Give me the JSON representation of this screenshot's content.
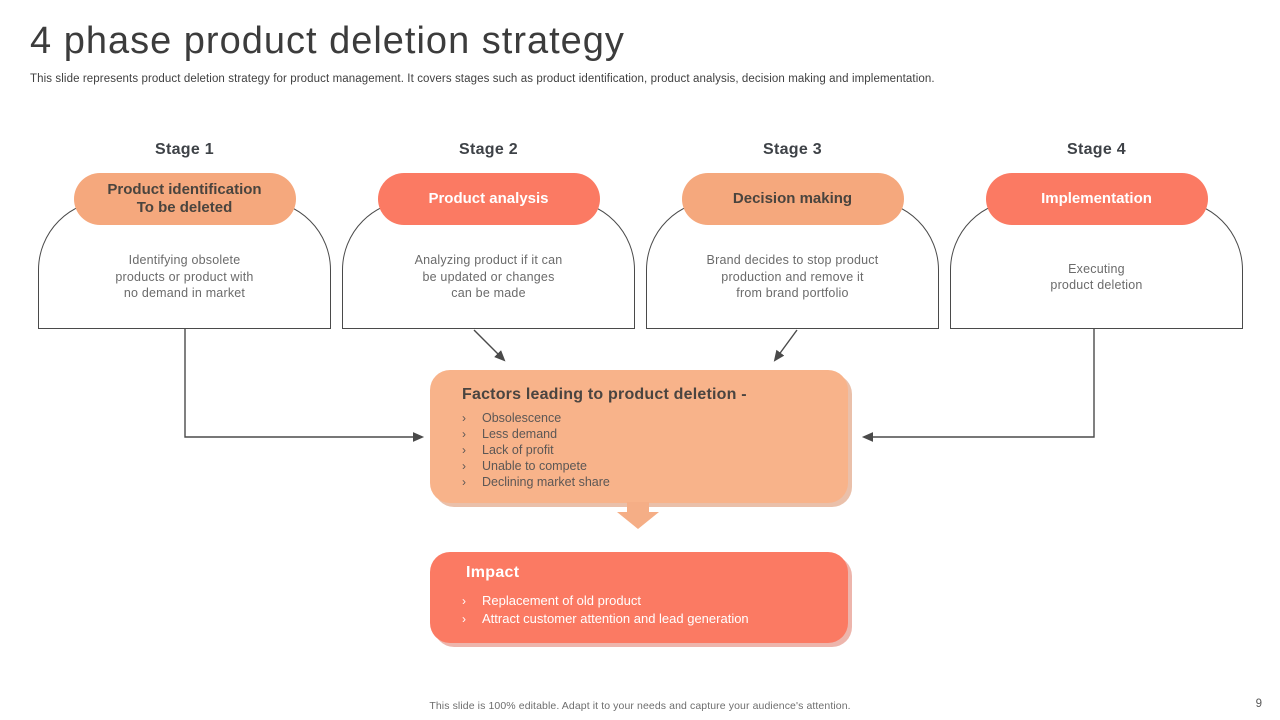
{
  "slide": {
    "title": "4 phase product deletion strategy",
    "subtitle": "This slide represents product deletion strategy for product management. It covers stages such as product identification, product analysis, decision making and implementation.",
    "footer": "This slide is 100% editable.  Adapt it to your needs and capture your audience's attention.",
    "page_number": "9"
  },
  "stages": [
    {
      "label": "Stage 1",
      "pill_line1": "Product identification",
      "pill_line2": "To be deleted",
      "pill_style": "peach",
      "desc1": "Identifying obsolete",
      "desc2": "products or product with",
      "desc3": "no demand in market"
    },
    {
      "label": "Stage 2",
      "pill_line1": "Product analysis",
      "pill_line2": "",
      "pill_style": "salmon",
      "desc1": "Analyzing product if it can",
      "desc2": "be updated or changes",
      "desc3": "can be made"
    },
    {
      "label": "Stage 3",
      "pill_line1": "Decision making",
      "pill_line2": "",
      "pill_style": "peach",
      "desc1": "Brand decides to stop product",
      "desc2": "production and remove it",
      "desc3": "from brand portfolio"
    },
    {
      "label": "Stage 4",
      "pill_line1": "Implementation",
      "pill_line2": "",
      "pill_style": "salmon",
      "desc1": "Executing",
      "desc2": "product deletion",
      "desc3": ""
    }
  ],
  "factors": {
    "title": "Factors leading to product deletion -",
    "bullet_marker": "›",
    "bullets": [
      "Obsolescence",
      "Less demand",
      "Lack of profit",
      "Unable to compete",
      "Declining market share"
    ]
  },
  "impact": {
    "title": "Impact",
    "bullet_marker": "›",
    "bullets": [
      "Replacement of old product",
      "Attract customer attention and lead generation"
    ]
  },
  "colors": {
    "peach_pill": "#f5a87d",
    "peach_box": "#f8b38a",
    "salmon": "#fb7a63",
    "connector_line": "#4a4a4a",
    "text_dark": "#3c3c3c",
    "text_gray": "#6b6b6b"
  }
}
